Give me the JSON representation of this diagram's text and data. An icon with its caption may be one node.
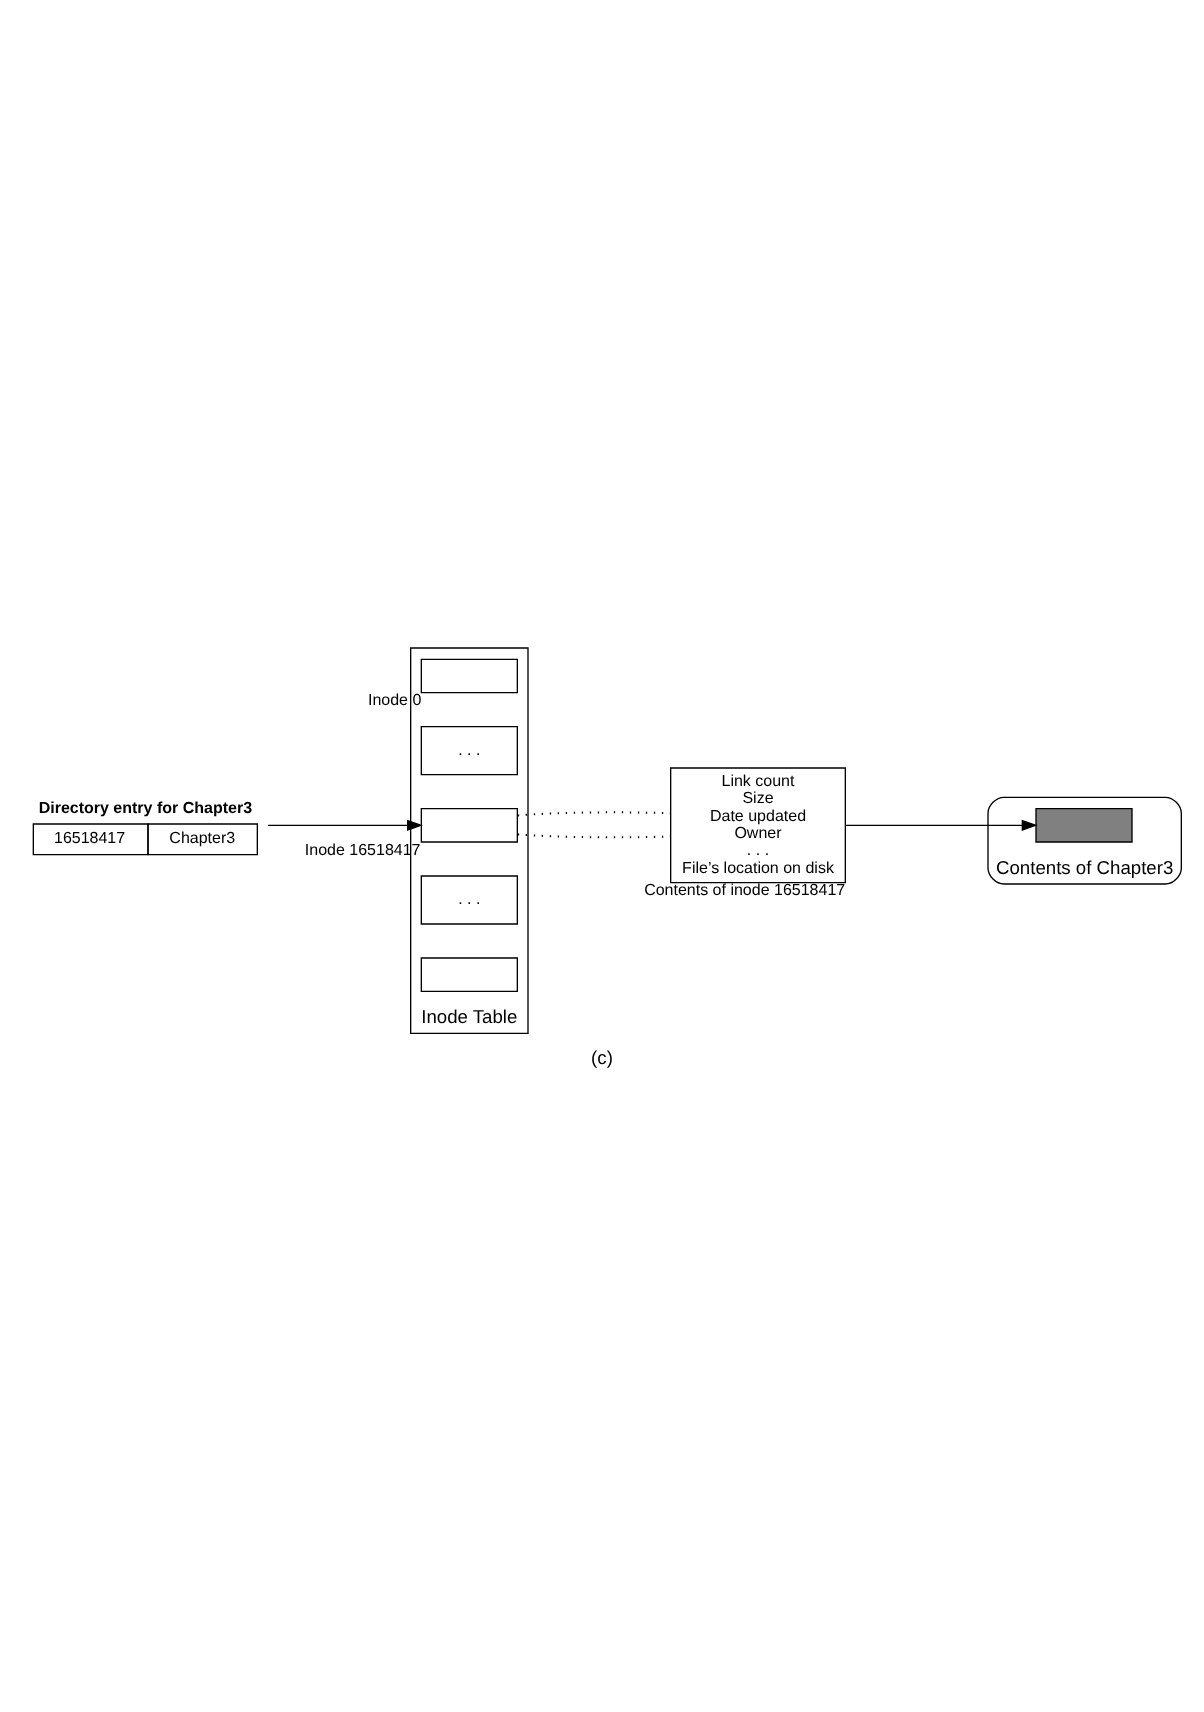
{
  "diagram": {
    "caption": "(c)",
    "nodes": [
      {
        "text": [
          "Directory entry for Chapter3",
          "16518417",
          "Chapter3"
        ]
      },
      {
        "text": [
          "Inode Table"
        ]
      },
      {
        "text": [],
        "shape": "box",
        "in": 1,
        "beside": [
          "Inode 0"
        ]
      },
      {
        "text": [
          ". . ."
        ],
        "in": 1
      },
      {
        "text": [],
        "shape": "box",
        "in": 1,
        "beside": [
          "Inode 16518417"
        ]
      },
      {
        "text": [
          ". . ."
        ],
        "in": 1
      },
      {
        "text": [],
        "shape": "box",
        "in": 1
      },
      {
        "text": [
          "Link count",
          "Size",
          "Date updated",
          "Owner",
          ". . .",
          "File’s location on disk"
        ],
        "beside": [
          "Contents of inode 16518417"
        ]
      },
      {
        "text": [
          "Contents of Chapter3"
        ]
      },
      {
        "text": [],
        "shape": "box",
        "in": 8
      }
    ],
    "edges": [
      {
        "from": 0,
        "to": 4,
        "arrow": "to"
      },
      {
        "from": 4,
        "to": 7,
        "arrow": "none",
        "style": "dashed"
      },
      {
        "from": 4,
        "to": 7,
        "arrow": "none",
        "style": "dashed"
      },
      {
        "from": 7,
        "to": 9,
        "arrow": "to"
      }
    ]
  }
}
